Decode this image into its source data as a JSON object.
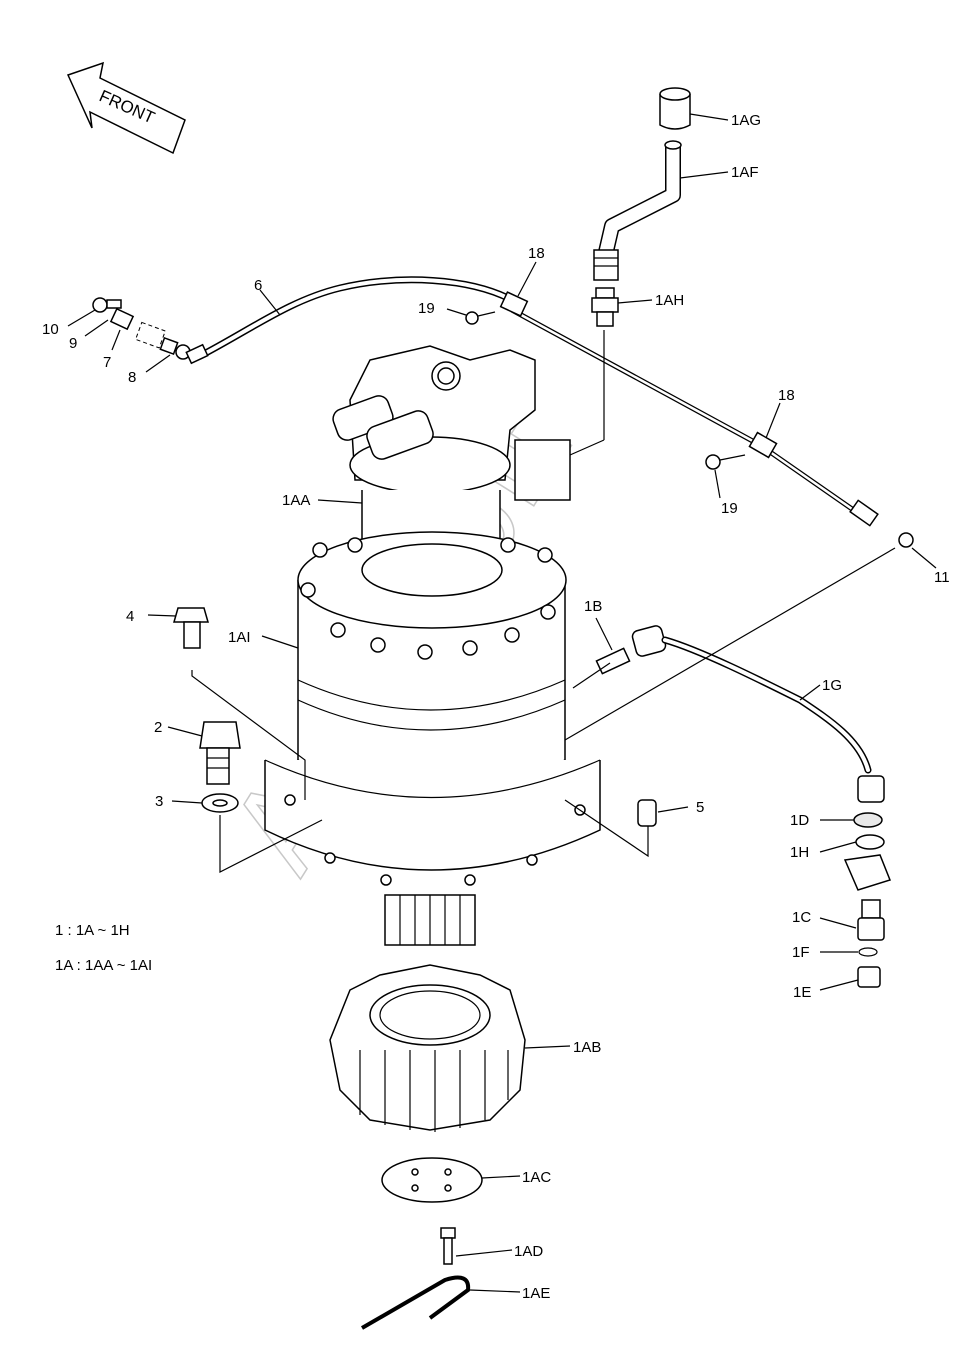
{
  "diagram": {
    "front_label": "FRONT",
    "watermark": "AutoSoft",
    "notes": [
      "1 : 1A ~ 1H",
      "1A : 1AA ~ 1AI"
    ],
    "callouts": {
      "c1AG": "1AG",
      "c1AF": "1AF",
      "c1AH": "1AH",
      "c18a": "18",
      "c18b": "18",
      "c19a": "19",
      "c19b": "19",
      "c6": "6",
      "c10": "10",
      "c9": "9",
      "c7": "7",
      "c8": "8",
      "c11": "11",
      "c1AA": "1AA",
      "c4": "4",
      "c1AI": "1AI",
      "c1B": "1B",
      "c1G": "1G",
      "c2": "2",
      "c3": "3",
      "c5": "5",
      "c1D": "1D",
      "c1H": "1H",
      "c1C": "1C",
      "c1F": "1F",
      "c1E": "1E",
      "c1AB": "1AB",
      "c1AC": "1AC",
      "c1AD": "1AD",
      "c1AE": "1AE"
    }
  }
}
